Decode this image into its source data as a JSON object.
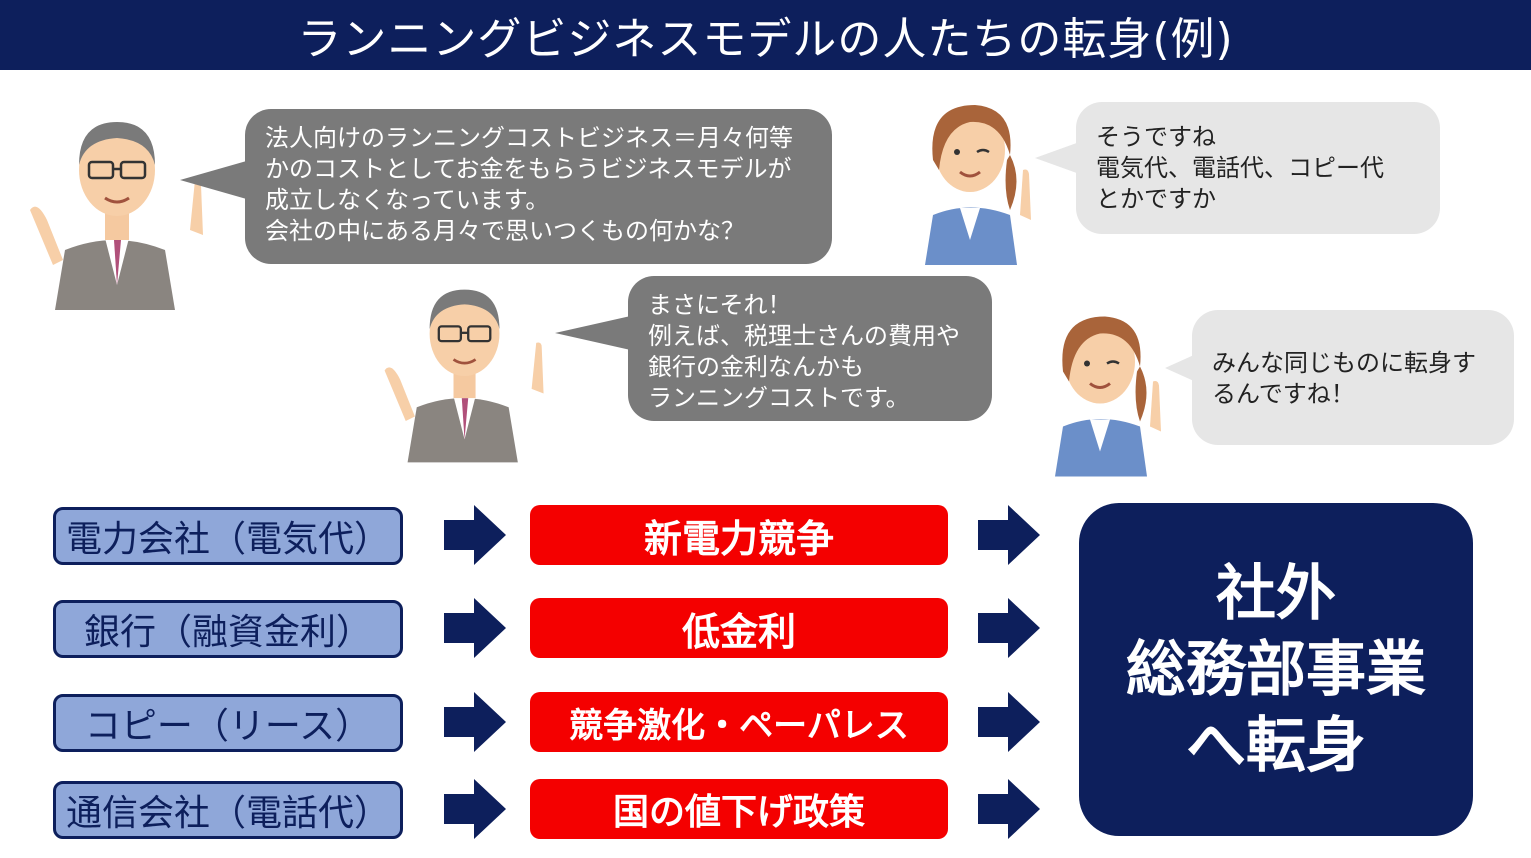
{
  "title": "ランニングビジネスモデルの人たちの転身(例)",
  "bubbles": {
    "man1": "法人向けのランニングコストビジネス＝月々何等\nかのコストとしてお金をもらうビジネスモデルが\n成立しなくなっています。\n会社の中にある月々で思いつくもの何かな？",
    "woman1": "そうですね\n電気代、電話代、コピー代\nとかですか",
    "man2": "まさにそれ！\n例えば、税理士さんの費用や\n銀行の金利なんかも\nランニングコストです。",
    "woman2": "みんな同じものに転身す\nるんですね！"
  },
  "rows": [
    {
      "left": "電力会社（電気代）",
      "right": "新電力競争"
    },
    {
      "left": "銀行（融資金利）",
      "right": "低金利"
    },
    {
      "left": "コピー（リース）",
      "right": "競争激化・ペーパレス"
    },
    {
      "left": "通信会社（電話代）",
      "right": "国の値下げ政策"
    }
  ],
  "result": {
    "line1": "社外",
    "line2": "総務部事業",
    "line3": "へ転身"
  },
  "colors": {
    "navy": "#0d1f5c",
    "red": "#f40000",
    "lightblue": "#8fa7d9",
    "bubble_dark": "#7a7a7a",
    "bubble_light": "#e6e6e6"
  }
}
